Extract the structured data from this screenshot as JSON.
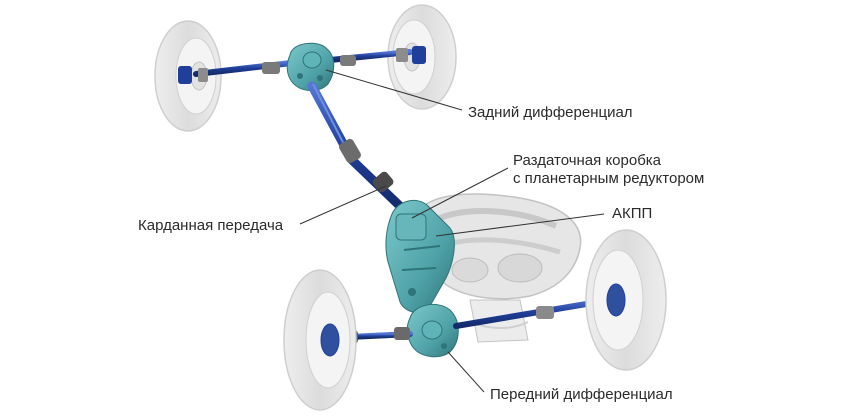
{
  "labels": {
    "rear_differential": "Задний дифференциал",
    "transfer_case_line1": "Раздаточная коробка",
    "transfer_case_line2": "с планетарным редуктором",
    "propeller_shaft": "Карданная передача",
    "automatic_gearbox": "АКПП",
    "front_differential": "Передний дифференциал"
  },
  "colors": {
    "shaft_blue": "#1f3f9a",
    "shaft_highlight": "#5577d6",
    "unit_teal": "#4fa3a8",
    "unit_teal_dark": "#2f7479",
    "tire_gray": "#e4e4e4",
    "tire_edge": "#c9c9c9",
    "engine_gray": "#dedede",
    "leader_line": "#333333",
    "text": "#2b2b2b"
  }
}
